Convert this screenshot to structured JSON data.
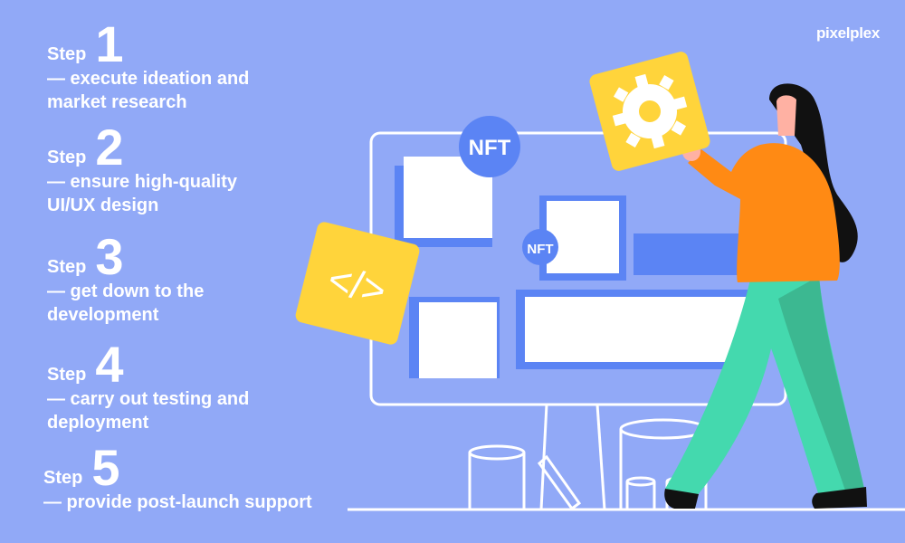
{
  "brand": "pixelplex",
  "steps": [
    {
      "word": "Step",
      "number": "1",
      "line1": "— execute ideation and",
      "line2": "market research"
    },
    {
      "word": "Step",
      "number": "2",
      "line1": "— ensure high-quality",
      "line2": "UI/UX design"
    },
    {
      "word": "Step",
      "number": "3",
      "line1": "— get down to the",
      "line2": "development"
    },
    {
      "word": "Step",
      "number": "4",
      "line1": "— carry out testing and",
      "line2": "deployment"
    },
    {
      "word": "Step",
      "number": "5",
      "line1": "— provide post-launch support",
      "line2": ""
    }
  ],
  "illustration": {
    "nft_badge_large": "NFT",
    "nft_badge_small": "NFT",
    "code_symbol": "</>",
    "colors": {
      "background": "#91a9f7",
      "accent_yellow": "#ffd43b",
      "sweater_orange": "#ff8a14",
      "pants_green": "#44d9ae",
      "block_blue": "#5b84f4",
      "hair_black": "#111111"
    }
  }
}
